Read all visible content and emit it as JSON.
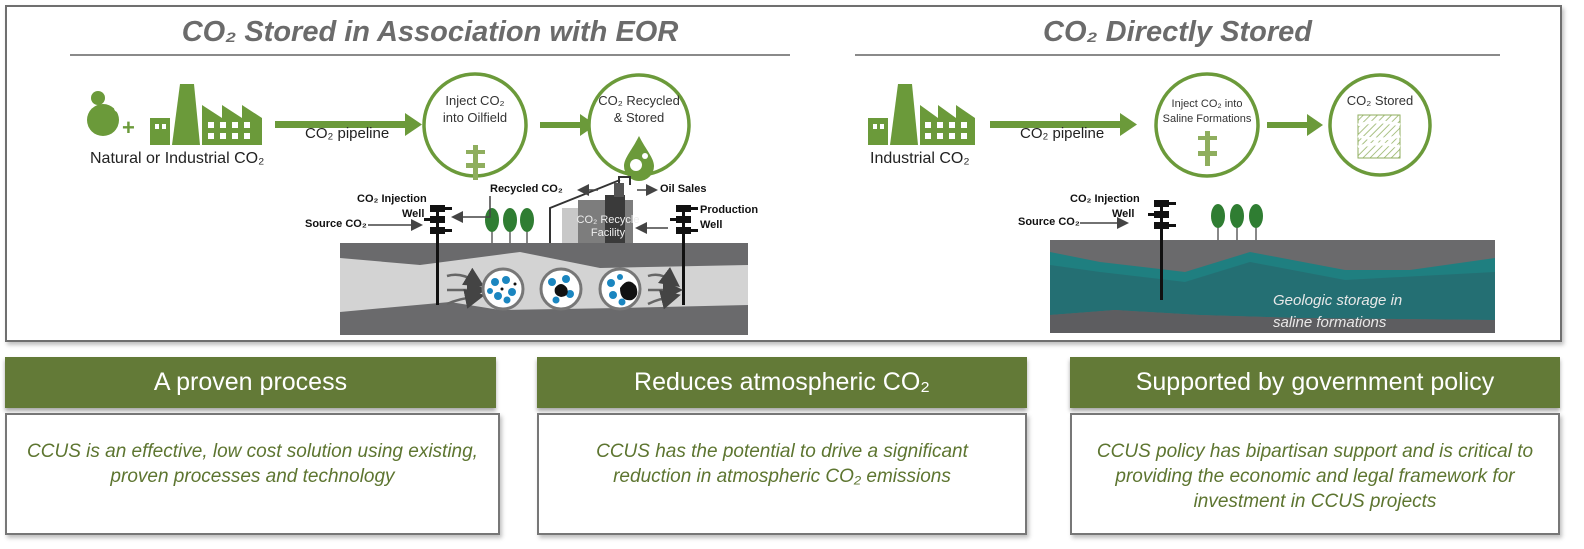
{
  "colors": {
    "green": "#6b9a3a",
    "header_green": "#637a37",
    "dark_gray": "#6a6a6c",
    "light_gray": "#d3d3d3",
    "teal": "#1f7f80",
    "pore_blue": "#1b86c0"
  },
  "eor": {
    "title": "CO₂ Stored in Association with EOR",
    "source_label": "Natural or Industrial CO₂",
    "pipeline_label": "CO₂ pipeline",
    "step1": [
      "Inject CO₂",
      "into Oilfield"
    ],
    "step2": [
      "CO₂ Recycled",
      "& Stored"
    ],
    "labels": {
      "injection_well": [
        "CO₂ Injection",
        "Well"
      ],
      "source": "Source CO₂",
      "recycled": "Recycled CO₂",
      "oil_sales": "Oil Sales",
      "production_well": [
        "Production",
        "Well"
      ],
      "facility": [
        "CO₂ Recycle",
        "Facility"
      ]
    }
  },
  "direct": {
    "title": "CO₂ Directly Stored",
    "source_label": "Industrial CO₂",
    "pipeline_label": "CO₂ pipeline",
    "step1": [
      "Inject CO₂ into",
      "Saline Formations"
    ],
    "step2": "CO₂ Stored",
    "labels": {
      "injection_well": [
        "CO₂ Injection",
        "Well"
      ],
      "source": "Source CO₂"
    },
    "geologic": [
      "Geologic storage in",
      "saline formations"
    ]
  },
  "cards": [
    {
      "title": "A proven process",
      "body": "CCUS is an effective, low cost solution using existing, proven processes and technology"
    },
    {
      "title": "Reduces atmospheric CO₂",
      "body": "CCUS has the potential to drive a significant reduction in atmospheric CO₂ emissions"
    },
    {
      "title": "Supported by government policy",
      "body": "CCUS policy has bipartisan support and is critical to providing the economic and legal framework for investment in CCUS projects"
    }
  ]
}
